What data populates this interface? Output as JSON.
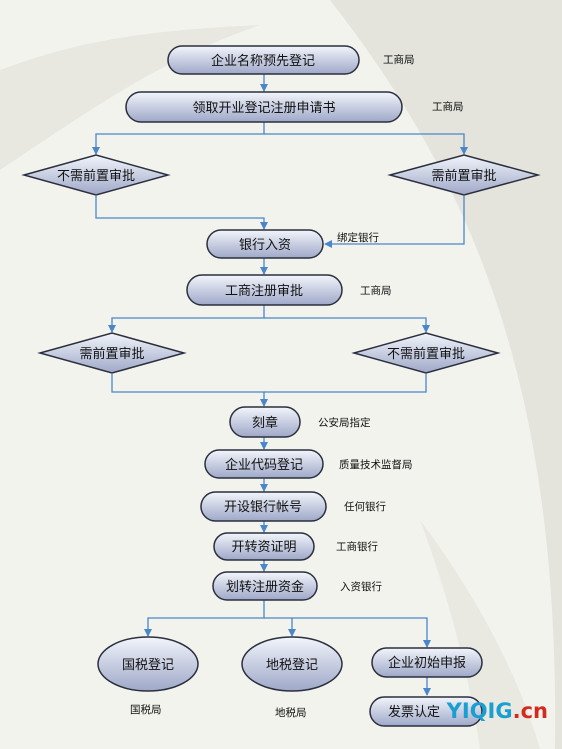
{
  "steps": {
    "name_preregistration": "企业名称预先登记",
    "get_application": "领取开业登记注册申请书",
    "no_pre_approval_1": "不需前置审批",
    "need_pre_approval_1": "需前置审批",
    "bank_capital": "银行入资",
    "commerce_approval": "工商注册审批",
    "need_pre_approval_2": "需前置审批",
    "no_pre_approval_2": "不需前置审批",
    "seal": "刻章",
    "org_code": "企业代码登记",
    "open_account": "开设银行帐号",
    "capital_proof": "开转资证明",
    "transfer_capital": "划转注册资金",
    "national_tax": "国税登记",
    "local_tax": "地税登记",
    "initial_declaration": "企业初始申报",
    "invoice": "发票认定"
  },
  "notes": {
    "bureau_1": "工商局",
    "bureau_2": "工商局",
    "bind_bank": "绑定银行",
    "bureau_3": "工商局",
    "police": "公安局指定",
    "quality": "质量技术监督局",
    "any_bank": "任何银行",
    "commerce_bank": "工商银行",
    "capital_bank": "入资银行",
    "national_bureau": "国税局",
    "local_bureau": "地税局"
  },
  "watermark": {
    "part1": "YIQIG",
    "part2": ".cn"
  },
  "colors": {
    "node_fill_top": "#f2f5fb",
    "node_fill_bottom": "#9ea8c8",
    "node_stroke": "#2b2f3d",
    "arrow": "#4a86c8",
    "background": "#f3f3ee"
  }
}
